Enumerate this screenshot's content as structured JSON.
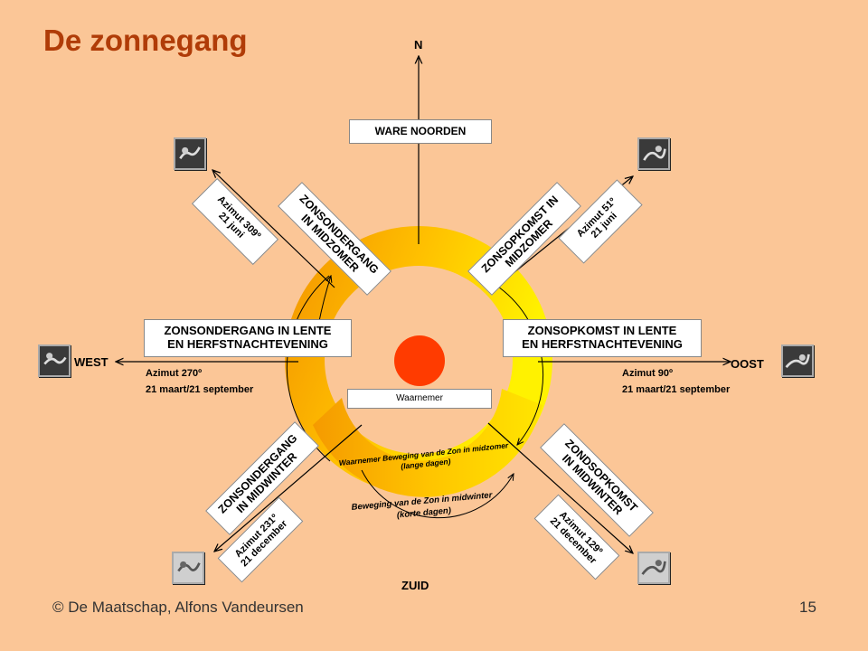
{
  "slide": {
    "title": "De zonnegang",
    "footer_copyright": "© De Maatschap, Alfons Vandeursen",
    "page_number": "15"
  },
  "compass": {
    "north": "N",
    "south": "ZUID",
    "west": "WEST",
    "east": "OOST",
    "true_north": "WARE NOORDEN",
    "observer": "Waarnemer"
  },
  "labels": {
    "sunset_summer": [
      "ZONSONDERGANG",
      "IN MIDZOMER"
    ],
    "sunrise_summer": [
      "ZONSOPKOMST IN",
      "MIDZOMER"
    ],
    "sunset_equinox": [
      "ZONSONDERGANG IN LENTE",
      "EN HERFSTNACHTEVENING"
    ],
    "sunrise_equinox": [
      "ZONSOPKOMST IN LENTE",
      "EN HERFSTNACHTEVENING"
    ],
    "sunset_winter": [
      "ZONSONDERGANG",
      "IN MIDWINTER"
    ],
    "sunrise_winter": [
      "ZONDSOPKOMST",
      "IN MIDWINTER"
    ]
  },
  "azimuths": {
    "sunset_summer": [
      "Azimut 309º",
      "21 juni"
    ],
    "sunrise_summer": [
      "Azimut 51º",
      "21 juni"
    ],
    "sunset_equinox": [
      "Azimut 270º",
      "21 maart/21 september"
    ],
    "sunrise_equinox": [
      "Azimut 90º",
      "21 maart/21 september"
    ],
    "sunset_winter": [
      "Azimut 231º",
      "21 december"
    ],
    "sunrise_winter": [
      "Azimut 129º",
      "21 december"
    ]
  },
  "arcs": {
    "summer_path": [
      "Waarnemer Beweging van de Zon in midzomer",
      "(lange dagen)"
    ],
    "winter_path": [
      "Beweging van de Zon in midwinter",
      "(korte dagen)"
    ]
  },
  "icons": [
    "sunset-summer-icon",
    "sunrise-summer-icon",
    "west-sunset-icon",
    "east-sunrise-icon",
    "sunset-winter-icon",
    "sunrise-winter-icon"
  ],
  "colors": {
    "background": "#FBC697",
    "title": "#B03C08",
    "sun": "#FF3B00",
    "ring_yellow": "#FFF200",
    "ring_orange": "#F59A00"
  }
}
